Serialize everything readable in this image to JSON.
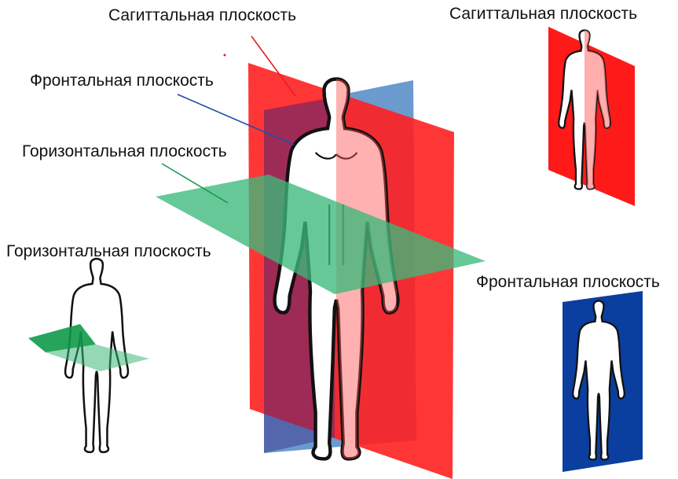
{
  "labels": {
    "main_sagittal": "Сагиттальная плоскость",
    "main_frontal": "Фронтальная плоскость",
    "main_horizontal": "Горизонтальная плоскость",
    "inset_horizontal": "Горизонтальная плоскость",
    "inset_sagittal": "Сагиттальная плоскость",
    "inset_frontal": "Фронтальная плоскость"
  },
  "colors": {
    "sagittal": "#ff2020",
    "frontal": "#5b8fca",
    "frontal_inset": "#0a3fa0",
    "horizontal": "#3cb87a",
    "horizontal_dark": "#0f9a4a",
    "outline": "#111111",
    "body_fill": "#ffffff",
    "leader_sagittal": "#e0202a",
    "leader_frontal": "#1f4fa8",
    "leader_horizontal": "#1a9a50"
  },
  "icons": {
    "main_figure": "human-body-figure",
    "inset_left_figure": "human-body-figure",
    "inset_top_right_figure": "human-body-figure",
    "inset_bottom_right_figure": "human-body-figure"
  }
}
